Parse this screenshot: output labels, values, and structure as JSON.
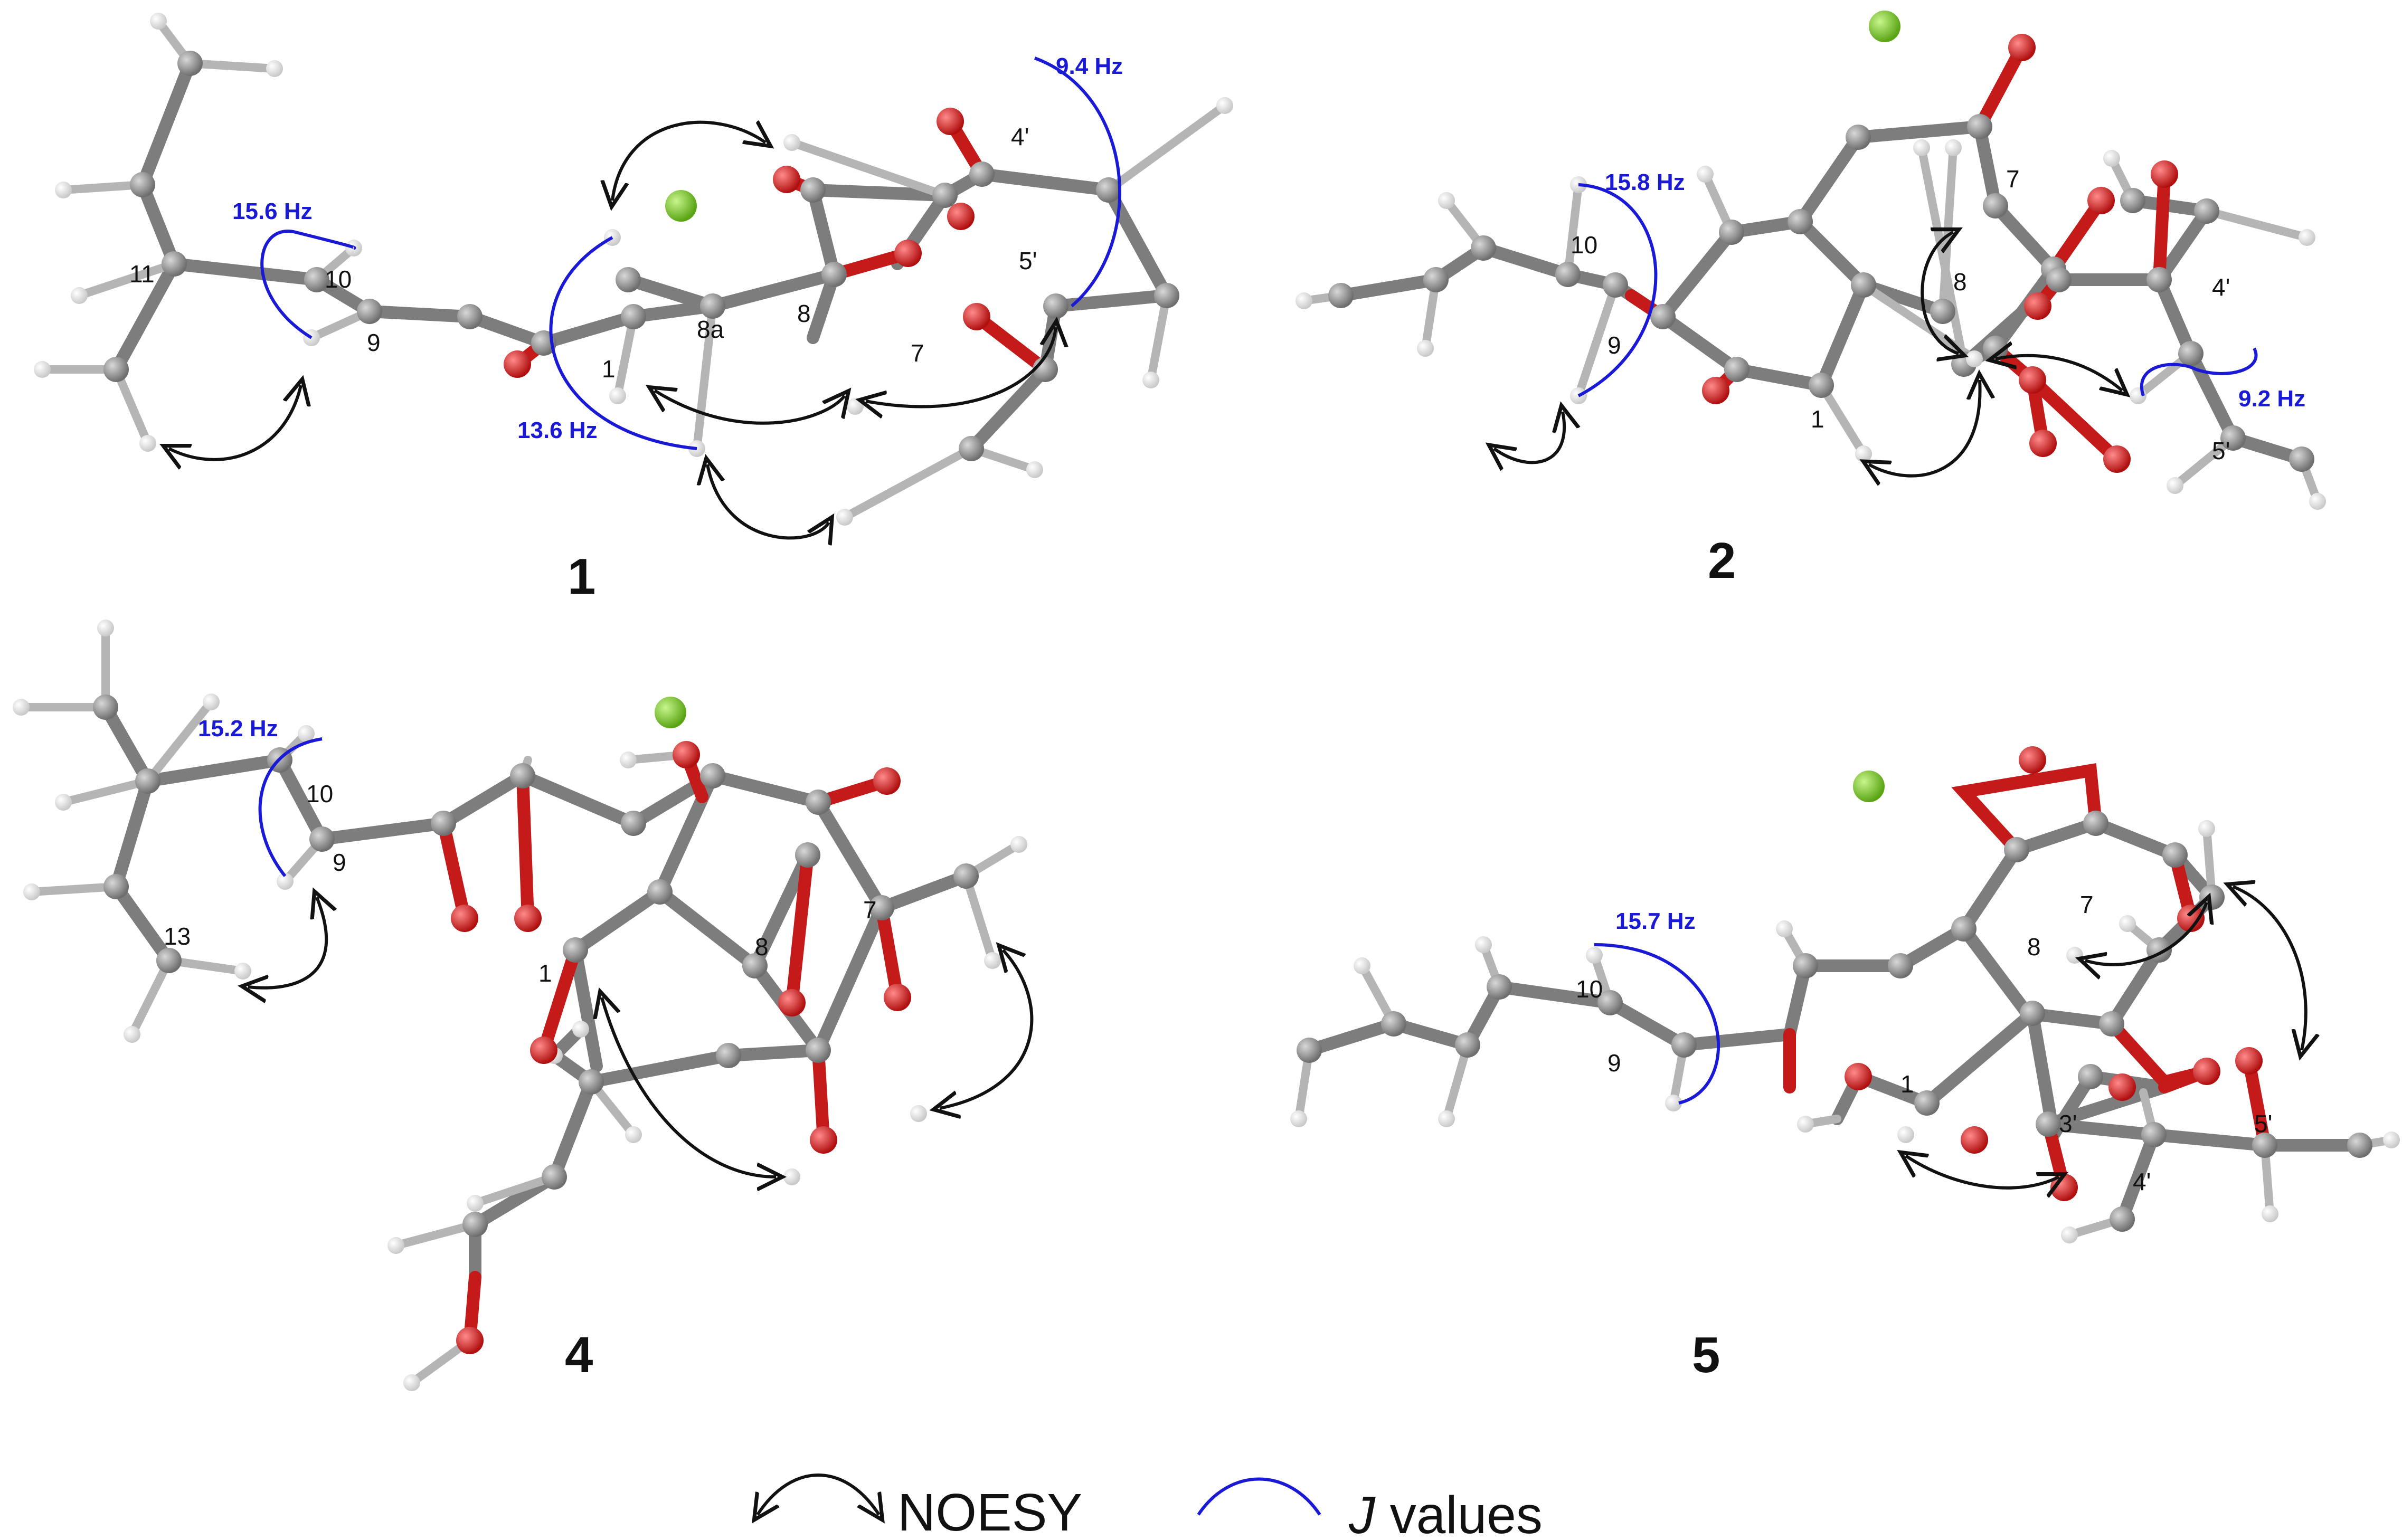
{
  "colors": {
    "carbon": "#7d7d7d",
    "hydrogen": "#e6e6e6",
    "oxygen": "#d11a1a",
    "chlorine": "#76c421",
    "noesy_arrow": "#111111",
    "j_curve": "#1a1ad6"
  },
  "panels": [
    {
      "id": "1",
      "number": "1",
      "atom_labels": [
        "11",
        "10",
        "9",
        "1",
        "8a",
        "8",
        "7",
        "4'",
        "5'"
      ],
      "j_values": [
        "15.6 Hz",
        "13.6 Hz",
        "9.4 Hz"
      ]
    },
    {
      "id": "2",
      "number": "2",
      "atom_labels": [
        "10",
        "9",
        "1",
        "7",
        "8",
        "4'",
        "5'"
      ],
      "j_values": [
        "15.8 Hz",
        "9.2 Hz"
      ]
    },
    {
      "id": "4",
      "number": "4",
      "atom_labels": [
        "10",
        "9",
        "13",
        "1",
        "8",
        "7"
      ],
      "j_values": [
        "15.2 Hz"
      ]
    },
    {
      "id": "5",
      "number": "5",
      "atom_labels": [
        "10",
        "9",
        "1",
        "7",
        "8",
        "3'",
        "4'",
        "5'"
      ],
      "j_values": [
        "15.7 Hz"
      ]
    }
  ],
  "legend": {
    "noesy_label": "NOESY",
    "j_label_italic": "J",
    "j_label_rest": " values"
  }
}
